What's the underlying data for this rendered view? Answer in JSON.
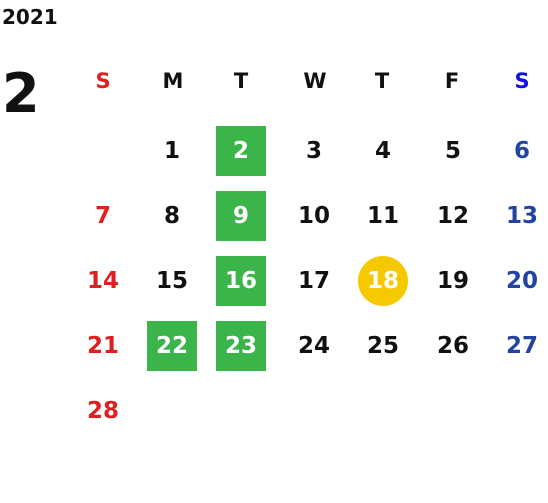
{
  "year": "2021",
  "month": "2",
  "weekdays": [
    "S",
    "M",
    "T",
    "W",
    "T",
    "F",
    "S"
  ],
  "days": [
    "1",
    "2",
    "3",
    "4",
    "5",
    "6",
    "7",
    "8",
    "9",
    "10",
    "11",
    "12",
    "13",
    "14",
    "15",
    "16",
    "17",
    "18",
    "19",
    "20",
    "21",
    "22",
    "23",
    "24",
    "25",
    "26",
    "27",
    "28"
  ],
  "start_weekday": 1,
  "highlighted_days": [
    "2",
    "9",
    "16",
    "22",
    "23"
  ],
  "today": "18",
  "colors": {
    "sunday": "#e02020",
    "saturday": "#2244a0",
    "saturday_header": "#1010e0",
    "highlight": "#3bb44a",
    "today": "#f5c800"
  }
}
